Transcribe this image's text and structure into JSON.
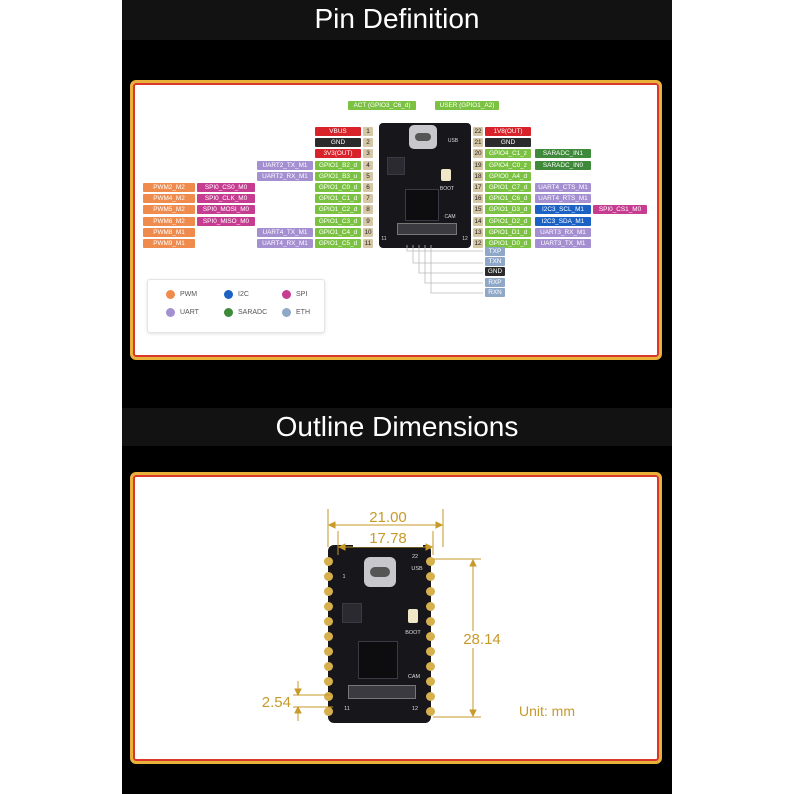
{
  "headings": {
    "pin_definition": "Pin Definition",
    "outline_dimensions": "Outline Dimensions"
  },
  "top_labels": {
    "act": "ACT (GPIO3_C6_d)",
    "user": "USER (GPIO1_A2)"
  },
  "left_pins": [
    {
      "num": "1",
      "primary": {
        "text": "VBUS",
        "color": "#d8232a"
      },
      "extra": []
    },
    {
      "num": "2",
      "primary": {
        "text": "GND",
        "color": "#2b2b2b"
      },
      "extra": []
    },
    {
      "num": "3",
      "primary": {
        "text": "3V3(OUT)",
        "color": "#d8232a"
      },
      "extra": []
    },
    {
      "num": "4",
      "primary": {
        "text": "GPIO1_B2_d",
        "color": "#7cc242"
      },
      "extra": [
        {
          "text": "UART2_TX_M1",
          "color": "#a48fd0"
        }
      ]
    },
    {
      "num": "5",
      "primary": {
        "text": "GPIO1_B3_u",
        "color": "#7cc242"
      },
      "extra": [
        {
          "text": "UART2_RX_M1",
          "color": "#a48fd0"
        }
      ]
    },
    {
      "num": "6",
      "primary": {
        "text": "GPIO1_C0_d",
        "color": "#7cc242"
      },
      "extra": [
        {
          "text": "SPI0_CS0_M0",
          "color": "#c63c91"
        },
        {
          "text": "PWM2_M2",
          "color": "#ef8b4c"
        }
      ]
    },
    {
      "num": "7",
      "primary": {
        "text": "GPIO1_C1_d",
        "color": "#7cc242"
      },
      "extra": [
        {
          "text": "SPI0_CLK_M0",
          "color": "#c63c91"
        },
        {
          "text": "PWM4_M2",
          "color": "#ef8b4c"
        }
      ]
    },
    {
      "num": "8",
      "primary": {
        "text": "GPIO1_C2_d",
        "color": "#7cc242"
      },
      "extra": [
        {
          "text": "SPI0_MOSI_M0",
          "color": "#c63c91"
        },
        {
          "text": "PWM5_M2",
          "color": "#ef8b4c"
        }
      ]
    },
    {
      "num": "9",
      "primary": {
        "text": "GPIO1_C3_d",
        "color": "#7cc242"
      },
      "extra": [
        {
          "text": "SPI0_MISO_M0",
          "color": "#c63c91"
        },
        {
          "text": "PWM6_M2",
          "color": "#ef8b4c"
        }
      ]
    },
    {
      "num": "10",
      "primary": {
        "text": "GPIO1_C4_d",
        "color": "#7cc242"
      },
      "extra": [
        {
          "text": "UART4_TX_M1",
          "color": "#a48fd0"
        },
        {
          "text": "PWM8_M1",
          "color": "#ef8b4c"
        }
      ]
    },
    {
      "num": "11",
      "primary": {
        "text": "GPIO1_C5_d",
        "color": "#7cc242"
      },
      "extra": [
        {
          "text": "UART4_RX_M1",
          "color": "#a48fd0"
        },
        {
          "text": "PWM9_M1",
          "color": "#ef8b4c"
        }
      ]
    }
  ],
  "right_pins": [
    {
      "num": "22",
      "primary": {
        "text": "1V8(OUT)",
        "color": "#d8232a"
      },
      "extra": []
    },
    {
      "num": "21",
      "primary": {
        "text": "GND",
        "color": "#2b2b2b"
      },
      "extra": []
    },
    {
      "num": "20",
      "primary": {
        "text": "GPIO4_C1_z",
        "color": "#7cc242"
      },
      "extra": [
        {
          "text": "SARADC_IN1",
          "color": "#3f8a3a"
        }
      ]
    },
    {
      "num": "19",
      "primary": {
        "text": "GPIO4_C0_z",
        "color": "#7cc242"
      },
      "extra": [
        {
          "text": "SARADC_IN0",
          "color": "#3f8a3a"
        }
      ]
    },
    {
      "num": "18",
      "primary": {
        "text": "GPIO0_A4_d",
        "color": "#7cc242"
      },
      "extra": []
    },
    {
      "num": "17",
      "primary": {
        "text": "GPIO1_C7_d",
        "color": "#7cc242"
      },
      "extra": [
        {
          "text": "UART4_CTS_M1",
          "color": "#a48fd0"
        }
      ]
    },
    {
      "num": "16",
      "primary": {
        "text": "GPIO1_C6_d",
        "color": "#7cc242"
      },
      "extra": [
        {
          "text": "UART4_RTS_M1",
          "color": "#a48fd0"
        }
      ]
    },
    {
      "num": "15",
      "primary": {
        "text": "GPIO1_D3_d",
        "color": "#7cc242"
      },
      "extra": [
        {
          "text": "I2C3_SCL_M1",
          "color": "#1b62c4"
        },
        {
          "text": "SPI0_CS1_M0",
          "color": "#c63c91"
        }
      ]
    },
    {
      "num": "14",
      "primary": {
        "text": "GPIO1_D2_d",
        "color": "#7cc242"
      },
      "extra": [
        {
          "text": "I2C3_SDA_M1",
          "color": "#1b62c4"
        }
      ]
    },
    {
      "num": "13",
      "primary": {
        "text": "GPIO1_D1_d",
        "color": "#7cc242"
      },
      "extra": [
        {
          "text": "UART3_RX_M1",
          "color": "#a48fd0"
        }
      ]
    },
    {
      "num": "12",
      "primary": {
        "text": "GPIO1_D0_d",
        "color": "#7cc242"
      },
      "extra": [
        {
          "text": "UART3_TX_M1",
          "color": "#a48fd0"
        }
      ]
    }
  ],
  "eth_pins": [
    "TXP",
    "TXN",
    "GND",
    "RXP",
    "RXN"
  ],
  "eth_colors": {
    "TXP": "#8fa8c8",
    "TXN": "#8fa8c8",
    "GND": "#2b2b2b",
    "RXP": "#8fa8c8",
    "RXN": "#8fa8c8"
  },
  "board_text": {
    "boot": "BOOT",
    "cam": "CAM",
    "usb": "USB",
    "pin1": "1",
    "pin11": "11",
    "pin12": "12",
    "pin22": "22"
  },
  "legend": [
    {
      "label": "PWM",
      "color": "#ef8b4c"
    },
    {
      "label": "I2C",
      "color": "#1b62c4"
    },
    {
      "label": "SPI",
      "color": "#c63c91"
    },
    {
      "label": "UART",
      "color": "#a48fd0"
    },
    {
      "label": "SARADC",
      "color": "#3f8a3a"
    },
    {
      "label": "ETH",
      "color": "#8fa8c8"
    }
  ],
  "dimensions": {
    "width_outer": "21.00",
    "width_inner": "17.78",
    "height": "28.14",
    "pitch": "2.54",
    "unit": "Unit: mm"
  },
  "colors": {
    "frame_outer": "#e8b23a",
    "frame_inner": "#d9362c",
    "dimension_line": "#c79a2a",
    "header_bg": "#121212"
  }
}
